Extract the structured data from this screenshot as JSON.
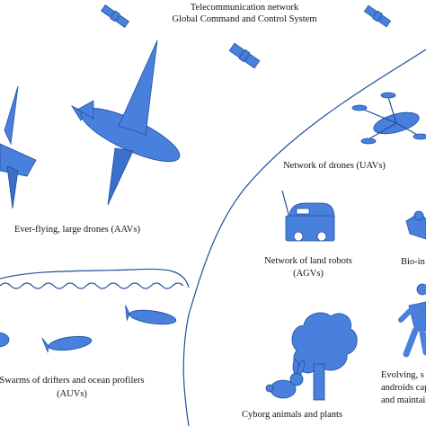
{
  "header": {
    "line1": "Telecommunication network",
    "line2": "Global Command and Control System"
  },
  "labels": {
    "aav": "Ever-flying, large drones (AAVs)",
    "uav": "Network of drones (UAVs)",
    "agv_line1": "Network of land robots",
    "agv_line2": "(AGVs)",
    "bio": "Bio-in",
    "auv_line1": "Swarms of drifters and ocean profilers",
    "auv_line2": "(AUVs)",
    "cyborg": "Cyborg animals and plants",
    "evolving_line1": "Evolving, s",
    "evolving_line2": "androids capa",
    "evolving_line3": "and maintain"
  },
  "colors": {
    "fill": "#4a80dd",
    "stroke": "#1d4f9e",
    "text": "#111111",
    "background": "#ffffff"
  },
  "icons": [
    "satellite-icon",
    "aav-drone-icon",
    "quadcopter-icon",
    "land-robot-icon",
    "ocean-profiler-icon",
    "tree-icon",
    "rabbit-icon",
    "android-icon"
  ]
}
